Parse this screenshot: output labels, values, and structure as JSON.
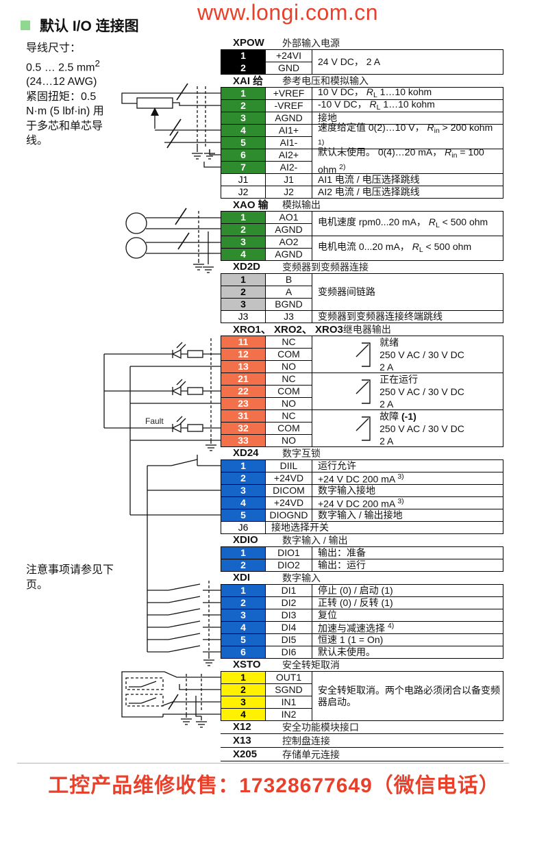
{
  "page": {
    "url_watermark": "www.longi.com.cn",
    "footer_text": "工控产品维修收售：17328677649（微信电话）",
    "accent_red": "#e8402a"
  },
  "heading": {
    "title": "默认 I/O 连接图"
  },
  "notes": {
    "wire_spec_lines": [
      "导线尺寸：",
      "0.5 … 2.5 mm<sup>2</sup>",
      "(24…12 AWG)",
      "紧固扭矩：0.5",
      "N·m (5 lbf·in) 用",
      "于多芯和单芯导",
      "线。"
    ],
    "see_next_page": "注意事项请参见下页。"
  },
  "schematic": {
    "fault_label": "Fault"
  },
  "colors": {
    "black": "#000000",
    "green": "#2e8b2e",
    "gray": "#c2c2c2",
    "orange": "#f3714a",
    "blue": "#1565c8",
    "yellow": "#fff100",
    "white": "#ffffff"
  },
  "connector_table": {
    "sections": [
      {
        "name": "XPOW",
        "title": "外部输入电源",
        "color": "black",
        "groups": [
          {
            "rows": [
              [
                "1",
                "+24VI"
              ],
              [
                "2",
                "GND"
              ]
            ],
            "desc": "24 V DC，  2 A"
          }
        ]
      },
      {
        "name": "XAI 给",
        "title": "参考电压和模拟输入",
        "color": "green",
        "groups": [
          {
            "rows": [
              [
                "1",
                "+VREF"
              ]
            ],
            "desc": "10 V DC，  <i>R</i><sub>L</sub> 1…10 kohm"
          },
          {
            "rows": [
              [
                "2",
                "-VREF"
              ]
            ],
            "desc": "-10 V DC，  <i>R</i><sub>L</sub> 1…10 kohm"
          },
          {
            "rows": [
              [
                "3",
                "AGND"
              ]
            ],
            "desc": "接地"
          },
          {
            "rows": [
              [
                "4",
                "AI1+"
              ],
              [
                "5",
                "AI1-"
              ]
            ],
            "desc": "速度给定值  0(2)…10 V，  <i>R</i><sub>in</sub> &gt; 200 kohm <sup>1)</sup>"
          },
          {
            "rows": [
              [
                "6",
                "AI2+"
              ],
              [
                "7",
                "AI2-"
              ]
            ],
            "desc": "默认未使用。 0(4)…20 mA，  <i>R</i><sub>in</sub> = 100 ohm <sup>2)</sup>"
          },
          {
            "rows": [
              [
                "J1",
                "J1"
              ]
            ],
            "plain": true,
            "desc": "AI1 电流 / 电压选择跳线"
          },
          {
            "rows": [
              [
                "J2",
                "J2"
              ]
            ],
            "plain": true,
            "desc": "AI2 电流 / 电压选择跳线"
          }
        ]
      },
      {
        "name": "XAO 输",
        "title": "模拟输出",
        "color": "green",
        "groups": [
          {
            "rows": [
              [
                "1",
                "AO1"
              ],
              [
                "2",
                "AGND"
              ]
            ],
            "desc": "电机速度 rpm0...20 mA，  <i>R</i><sub>L</sub> &lt; 500 ohm"
          },
          {
            "rows": [
              [
                "3",
                "AO2"
              ],
              [
                "4",
                "AGND"
              ]
            ],
            "desc": "电机电流 0...20 mA，  <i>R</i><sub>L</sub> &lt; 500 ohm"
          }
        ]
      },
      {
        "name": "XD2D",
        "title": "变频器到变频器连接",
        "color": "gray",
        "groups": [
          {
            "rows": [
              [
                "1",
                "B"
              ],
              [
                "2",
                "A"
              ],
              [
                "3",
                "BGND"
              ]
            ],
            "desc": "变频器间链路"
          },
          {
            "rows": [
              [
                "J3",
                "J3"
              ]
            ],
            "plain": true,
            "desc": "变频器到变频器连接终端跳线"
          }
        ]
      },
      {
        "name": "XRO1、 XRO2、 XRO3",
        "title": "继电器输出",
        "color": "orange",
        "groups": [
          {
            "rows": [
              [
                "11",
                "NC"
              ],
              [
                "12",
                "COM"
              ],
              [
                "13",
                "NO"
              ]
            ],
            "icon": "relay-contact",
            "desc_lines": [
              "就绪",
              "250 V AC / 30 V DC",
              "2 A"
            ]
          },
          {
            "rows": [
              [
                "21",
                "NC"
              ],
              [
                "22",
                "COM"
              ],
              [
                "23",
                "NO"
              ]
            ],
            "icon": "relay-contact",
            "desc_lines": [
              "正在运行",
              "250 V AC / 30 V DC",
              "2 A"
            ]
          },
          {
            "rows": [
              [
                "31",
                "NC"
              ],
              [
                "32",
                "COM"
              ],
              [
                "33",
                "NO"
              ]
            ],
            "icon": "relay-contact",
            "desc_lines": [
              "故障 <b>(-1)</b>",
              "250 V AC / 30 V DC",
              "2 A"
            ]
          }
        ]
      },
      {
        "name": "XD24",
        "title": "数字互锁",
        "color": "blue",
        "groups": [
          {
            "rows": [
              [
                "1",
                "DIIL"
              ]
            ],
            "desc": "运行允许"
          },
          {
            "rows": [
              [
                "2",
                "+24VD"
              ]
            ],
            "desc": "+24 V DC 200 mA <sup>3)</sup>"
          },
          {
            "rows": [
              [
                "3",
                "DICOM"
              ]
            ],
            "desc": "数字输入接地"
          },
          {
            "rows": [
              [
                "4",
                "+24VD"
              ]
            ],
            "desc": "+24 V DC 200 mA <sup>3)</sup>"
          },
          {
            "rows": [
              [
                "5",
                "DIOGND"
              ]
            ],
            "desc": "数字输入 / 输出接地"
          },
          {
            "rows": [
              [
                "J6",
                null
              ]
            ],
            "plain": true,
            "wide": true,
            "desc": "接地选择开关"
          }
        ]
      },
      {
        "name": "XDIO",
        "title": "数字输入 / 输出",
        "color": "blue",
        "groups": [
          {
            "rows": [
              [
                "1",
                "DIO1"
              ]
            ],
            "desc": "输出：准备"
          },
          {
            "rows": [
              [
                "2",
                "DIO2"
              ]
            ],
            "desc": "输出：运行"
          }
        ]
      },
      {
        "name": "XDI",
        "title": "数字输入",
        "color": "blue",
        "groups": [
          {
            "rows": [
              [
                "1",
                "DI1"
              ]
            ],
            "desc": "停止 (0) / 启动 (1)"
          },
          {
            "rows": [
              [
                "2",
                "DI2"
              ]
            ],
            "desc": "正转 (0) / 反转 (1)"
          },
          {
            "rows": [
              [
                "3",
                "DI3"
              ]
            ],
            "desc": "复位"
          },
          {
            "rows": [
              [
                "4",
                "DI4"
              ]
            ],
            "desc": "加速与减速选择 <sup>4)</sup>"
          },
          {
            "rows": [
              [
                "5",
                "DI5"
              ]
            ],
            "desc": "恒速 1 (1 = On)"
          },
          {
            "rows": [
              [
                "6",
                "DI6"
              ]
            ],
            "desc": "默认未使用。"
          }
        ]
      },
      {
        "name": "XSTO",
        "title": "安全转矩取消",
        "color": "yellow",
        "groups": [
          {
            "rows": [
              [
                "1",
                "OUT1"
              ],
              [
                "2",
                "SGND"
              ],
              [
                "3",
                "IN1"
              ],
              [
                "4",
                "IN2"
              ]
            ],
            "desc": "安全转矩取消。两个电路必须闭合以备变频器启动。"
          }
        ]
      }
    ],
    "simple_connectors": [
      {
        "name": "X12",
        "title": "安全功能模块接口"
      },
      {
        "name": "X13",
        "title": "控制盘连接"
      },
      {
        "name": "X205",
        "title": "存储单元连接"
      }
    ]
  }
}
